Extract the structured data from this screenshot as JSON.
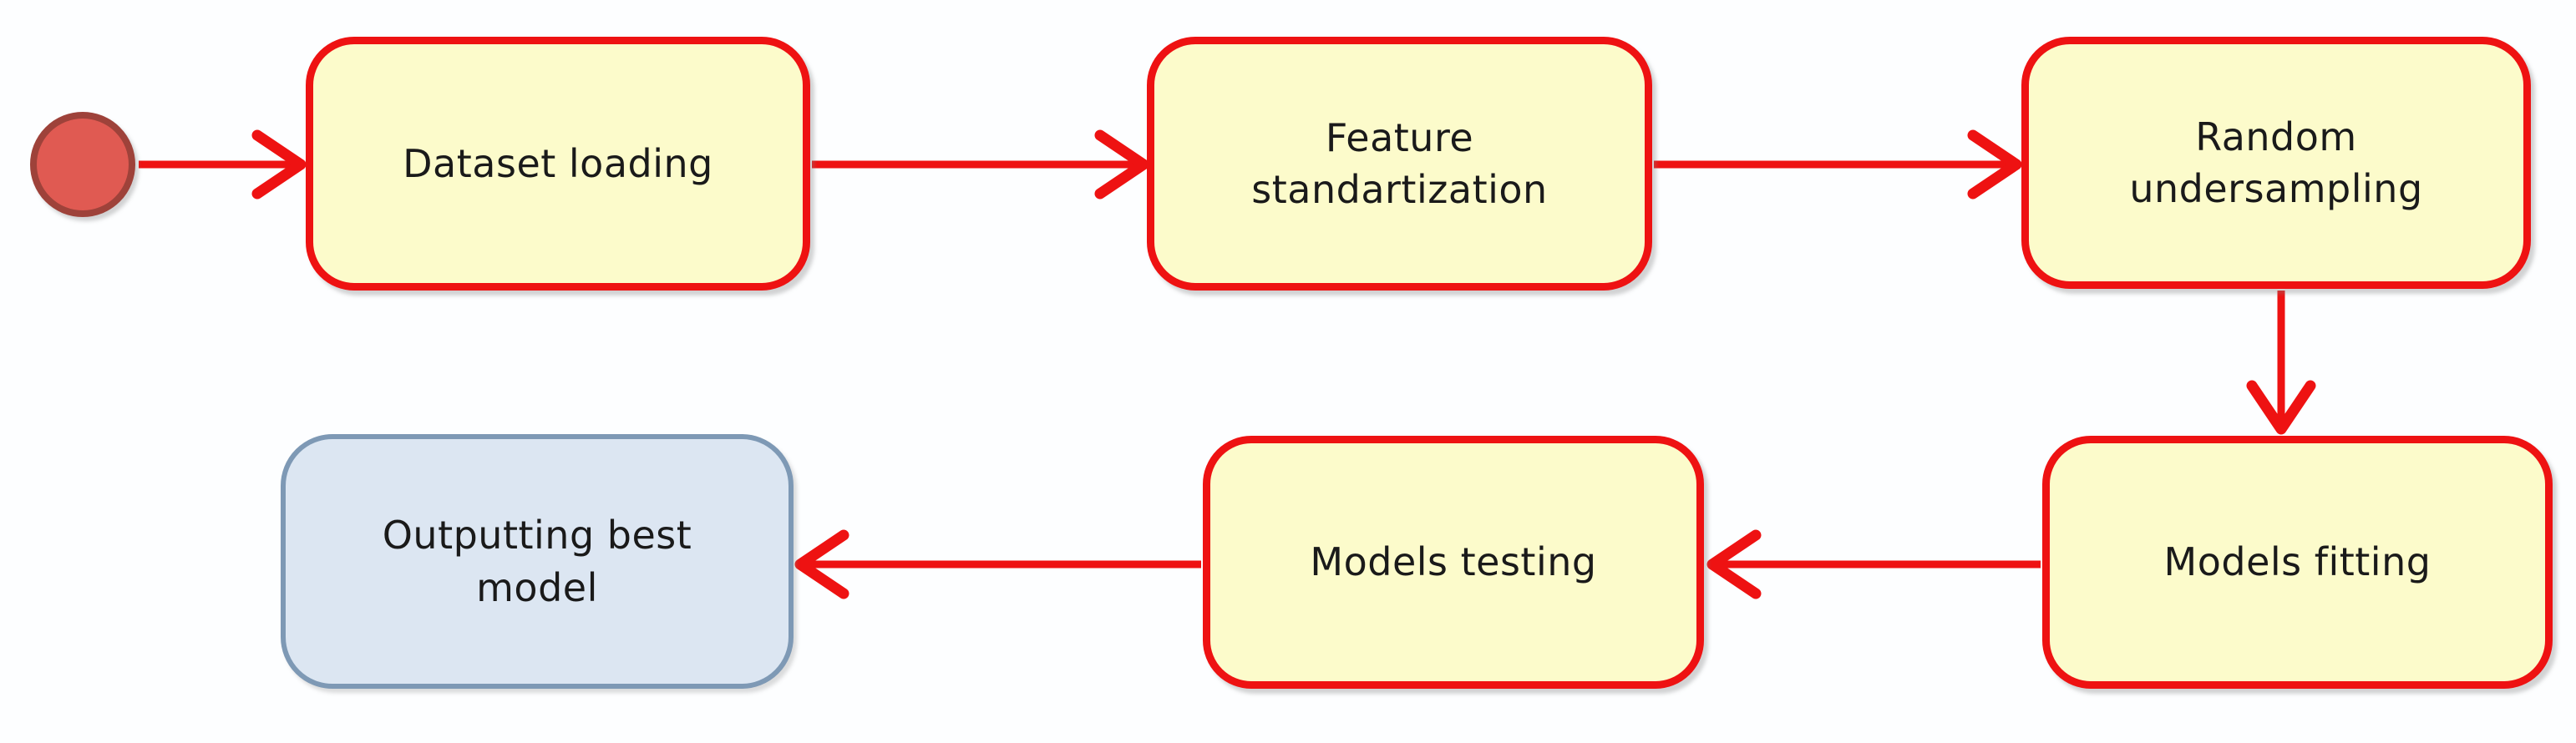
{
  "page": {
    "background": "#fdfeff"
  },
  "colors": {
    "arrow": "#ee1212",
    "process_fill": "#fcfbcb",
    "process_border": "#ee1212",
    "terminal_fill": "#dce6f2",
    "terminal_border": "#7e99b5",
    "start_fill": "#e05a52",
    "start_border": "#9e423a",
    "text": "#1a1a1a"
  },
  "diagram": {
    "type": "activity-flowchart",
    "nodes": [
      {
        "id": "start",
        "kind": "start",
        "label": ""
      },
      {
        "id": "dataset-loading",
        "kind": "process",
        "label": "Dataset loading"
      },
      {
        "id": "feature-standartization",
        "kind": "process",
        "label": "Feature\nstandartization"
      },
      {
        "id": "random-undersampling",
        "kind": "process",
        "label": "Random\nundersampling"
      },
      {
        "id": "models-fitting",
        "kind": "process",
        "label": "Models fitting"
      },
      {
        "id": "models-testing",
        "kind": "process",
        "label": "Models testing"
      },
      {
        "id": "outputting-best-model",
        "kind": "terminal",
        "label": "Outputting best\nmodel"
      }
    ],
    "edges": [
      {
        "from": "start",
        "to": "dataset-loading",
        "direction": "right"
      },
      {
        "from": "dataset-loading",
        "to": "feature-standartization",
        "direction": "right"
      },
      {
        "from": "feature-standartization",
        "to": "random-undersampling",
        "direction": "right"
      },
      {
        "from": "random-undersampling",
        "to": "models-fitting",
        "direction": "down"
      },
      {
        "from": "models-fitting",
        "to": "models-testing",
        "direction": "left"
      },
      {
        "from": "models-testing",
        "to": "outputting-best-model",
        "direction": "left"
      }
    ]
  }
}
